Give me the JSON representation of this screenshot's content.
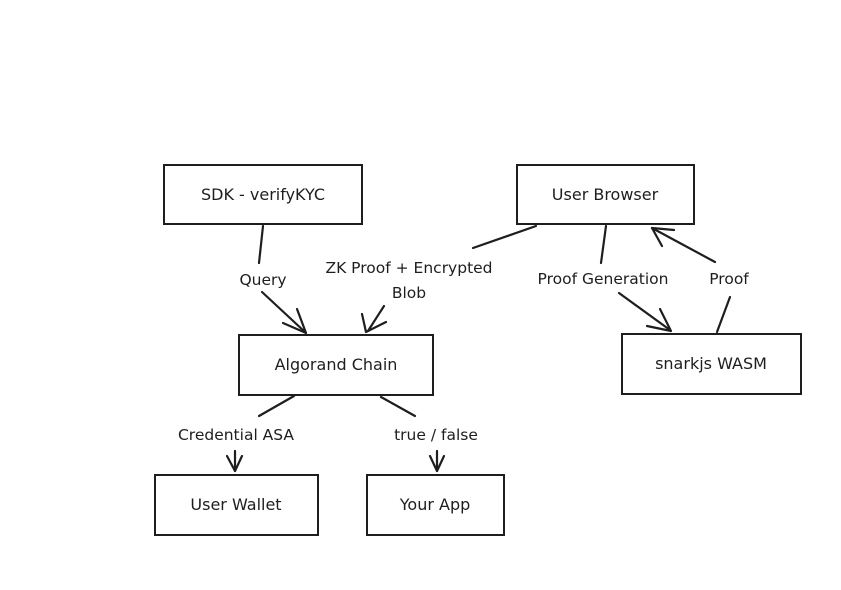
{
  "diagram": {
    "nodes": {
      "sdk": "SDK - verifyKYC",
      "browser": "User Browser",
      "chain": "Algorand Chain",
      "snarkjs": "snarkjs WASM",
      "wallet": "User Wallet",
      "app": "Your App"
    },
    "edges": {
      "query": "Query",
      "zk_proof_line1": "ZK Proof + Encrypted",
      "zk_proof_line2": "Blob",
      "proof_generation": "Proof Generation",
      "proof": "Proof",
      "credential_asa": "Credential ASA",
      "true_false": "true / false"
    }
  }
}
